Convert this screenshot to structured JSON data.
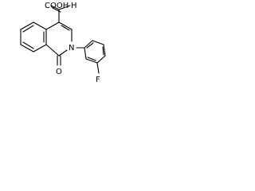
{
  "structure": {
    "atoms": {
      "carboxyl_group": "COOH",
      "hydroxyl_hydrogen": "H",
      "ring_nitrogen": "N",
      "carbonyl_oxygen": "O",
      "fluorine": "F"
    },
    "colors": {
      "ink": "#000000",
      "background": "#ffffff"
    }
  }
}
